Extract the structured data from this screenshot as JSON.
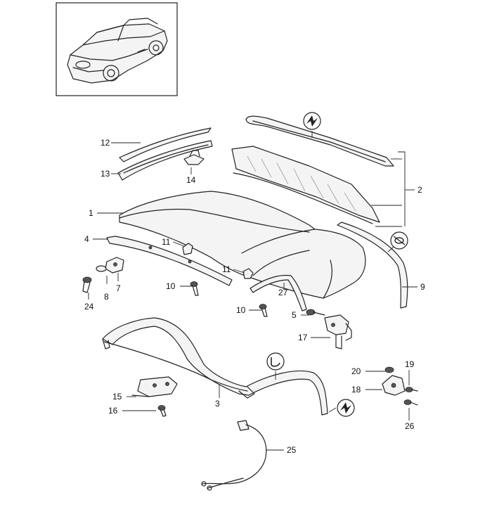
{
  "callouts": [
    {
      "id": "c1",
      "text": "1"
    },
    {
      "id": "c2",
      "text": "2"
    },
    {
      "id": "c3",
      "text": "3"
    },
    {
      "id": "c4",
      "text": "4"
    },
    {
      "id": "c5",
      "text": "5"
    },
    {
      "id": "c7",
      "text": "7"
    },
    {
      "id": "c8",
      "text": "8"
    },
    {
      "id": "c9",
      "text": "9"
    },
    {
      "id": "c10a",
      "text": "10"
    },
    {
      "id": "c10b",
      "text": "10"
    },
    {
      "id": "c11a",
      "text": "11"
    },
    {
      "id": "c11b",
      "text": "11"
    },
    {
      "id": "c12",
      "text": "12"
    },
    {
      "id": "c13",
      "text": "13"
    },
    {
      "id": "c14",
      "text": "14"
    },
    {
      "id": "c15",
      "text": "15"
    },
    {
      "id": "c16",
      "text": "16"
    },
    {
      "id": "c17",
      "text": "17"
    },
    {
      "id": "c18",
      "text": "18"
    },
    {
      "id": "c19",
      "text": "19"
    },
    {
      "id": "c20",
      "text": "20"
    },
    {
      "id": "c24",
      "text": "24"
    },
    {
      "id": "c25",
      "text": "25"
    },
    {
      "id": "c26",
      "text": "26"
    },
    {
      "id": "c27",
      "text": "27"
    }
  ],
  "symbols": [
    {
      "id": "s1",
      "icon": "adhesive-symbol-icon"
    },
    {
      "id": "s2",
      "icon": "clip-symbol-icon"
    },
    {
      "id": "s3",
      "icon": "hook-symbol-icon"
    },
    {
      "id": "s4",
      "icon": "adhesive-symbol-icon"
    }
  ]
}
